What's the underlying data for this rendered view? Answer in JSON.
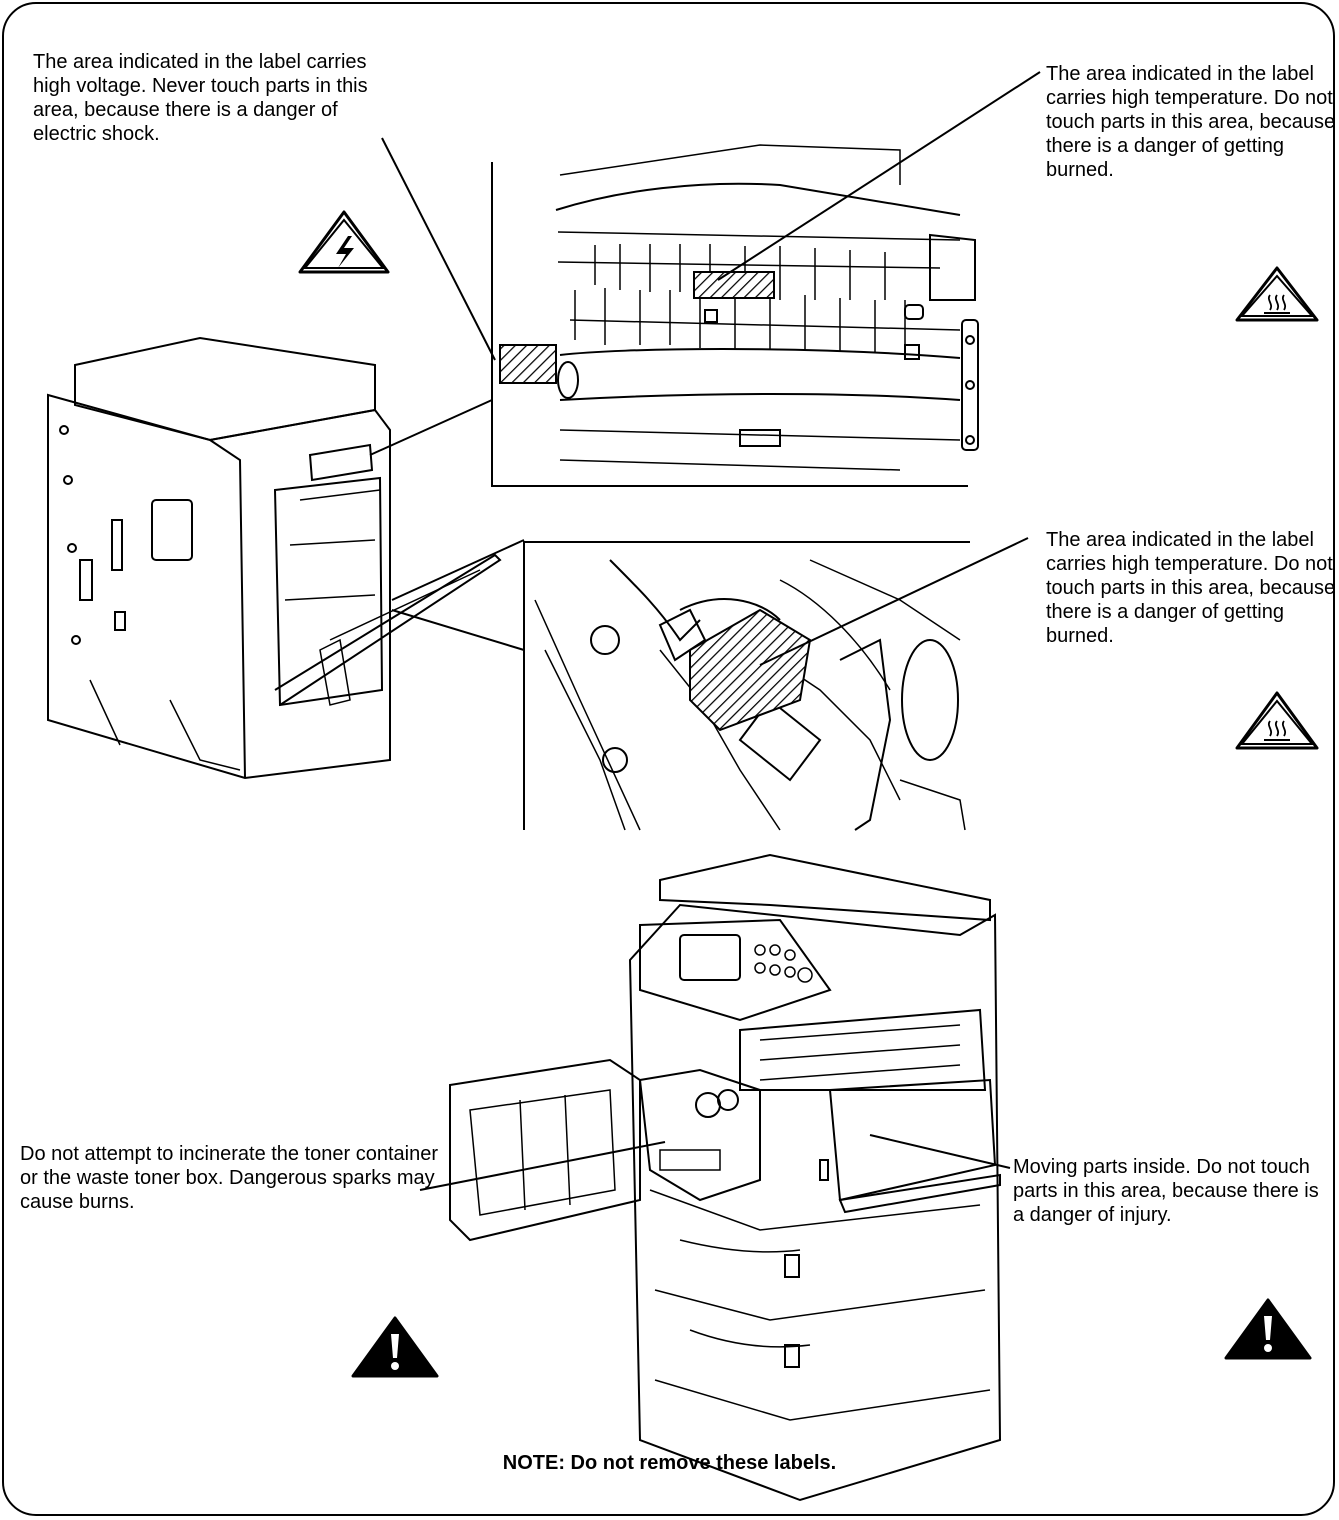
{
  "labels": {
    "high_voltage": "The area indicated in the label carries high voltage. Never touch parts in this area, because there is a danger of electric shock.",
    "high_temperature_upper": "The area indicated in the label carries high temperature. Do not touch parts in this area, because there is a danger of getting burned.",
    "high_temperature_lower": "The area indicated in the label carries high temperature. Do not touch parts in this area, because there is a danger of getting burned.",
    "toner_incinerate": "Do not attempt to incinerate the toner container or the waste toner box. Dangerous sparks may cause burns.",
    "moving_parts": "Moving parts inside. Do not touch parts in this area, because there is a danger of injury."
  },
  "note": "NOTE: Do not remove these labels.",
  "icons": {
    "voltage": "electric-shock-warning-icon",
    "hot_surface": "hot-surface-warning-icon",
    "general_caution": "exclamation-warning-icon"
  },
  "colors": {
    "ink": "#000000",
    "paper": "#ffffff"
  }
}
